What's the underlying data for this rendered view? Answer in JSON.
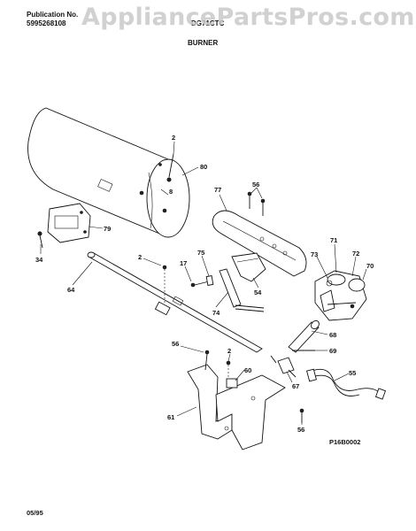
{
  "header": {
    "publication_label": "Publication No.",
    "publication_number": "5995268108",
    "model": "DG71CTC",
    "section_title": "BURNER"
  },
  "watermark": {
    "text": "AppliancePartsPros.com"
  },
  "diagram": {
    "callouts": [
      {
        "id": "c2a",
        "text": "2"
      },
      {
        "id": "c80",
        "text": "80"
      },
      {
        "id": "c8",
        "text": "8"
      },
      {
        "id": "c77",
        "text": "77"
      },
      {
        "id": "c56a",
        "text": "56"
      },
      {
        "id": "c79",
        "text": "79"
      },
      {
        "id": "c34",
        "text": "34"
      },
      {
        "id": "c2b",
        "text": "2"
      },
      {
        "id": "c17",
        "text": "17"
      },
      {
        "id": "c75",
        "text": "75"
      },
      {
        "id": "c54",
        "text": "54"
      },
      {
        "id": "c73",
        "text": "73"
      },
      {
        "id": "c71",
        "text": "71"
      },
      {
        "id": "c72",
        "text": "72"
      },
      {
        "id": "c70",
        "text": "70"
      },
      {
        "id": "c64",
        "text": "64"
      },
      {
        "id": "c74",
        "text": "74"
      },
      {
        "id": "c68",
        "text": "68"
      },
      {
        "id": "c69",
        "text": "69"
      },
      {
        "id": "c56b",
        "text": "56"
      },
      {
        "id": "c2c",
        "text": "2"
      },
      {
        "id": "c60",
        "text": "60"
      },
      {
        "id": "c67",
        "text": "67"
      },
      {
        "id": "c55",
        "text": "55"
      },
      {
        "id": "c61",
        "text": "61"
      },
      {
        "id": "c56c",
        "text": "56"
      }
    ],
    "figure_code": "P16B0002"
  },
  "footer": {
    "date": "05/95"
  }
}
